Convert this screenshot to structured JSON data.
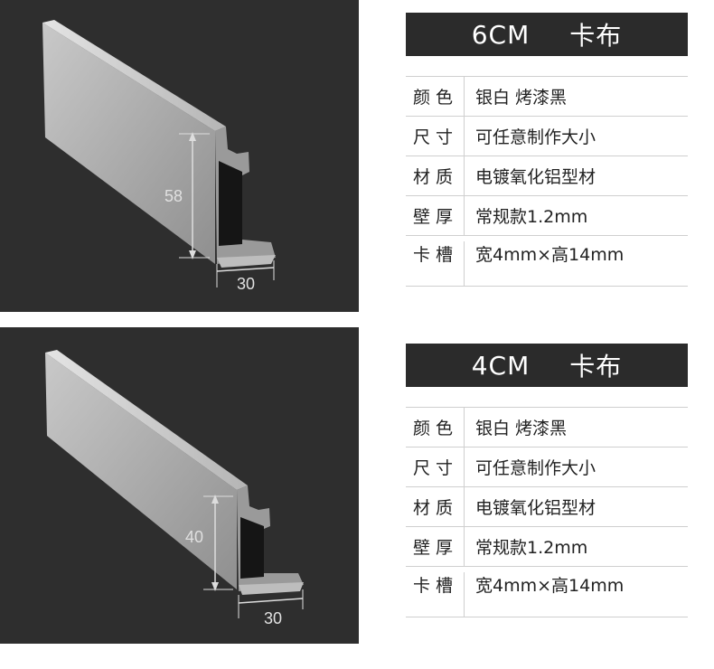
{
  "products": [
    {
      "title_size": "6CM",
      "title_type": "卡布",
      "dimension_height": "58",
      "dimension_width": "30",
      "specs": [
        {
          "key": "颜色",
          "value": "银白  烤漆黑"
        },
        {
          "key": "尺寸",
          "value": "可任意制作大小"
        },
        {
          "key": "材质",
          "value": "电镀氧化铝型材"
        },
        {
          "key": "壁厚",
          "value": "常规款1.2mm"
        },
        {
          "key": "卡槽",
          "value": "宽4mm×高14mm"
        }
      ]
    },
    {
      "title_size": "4CM",
      "title_type": "卡布",
      "dimension_height": "40",
      "dimension_width": "30",
      "specs": [
        {
          "key": "颜色",
          "value": "银白  烤漆黑"
        },
        {
          "key": "尺寸",
          "value": "可任意制作大小"
        },
        {
          "key": "材质",
          "value": "电镀氧化铝型材"
        },
        {
          "key": "壁厚",
          "value": "常规款1.2mm"
        },
        {
          "key": "卡槽",
          "value": "宽4mm×高14mm"
        }
      ]
    }
  ]
}
